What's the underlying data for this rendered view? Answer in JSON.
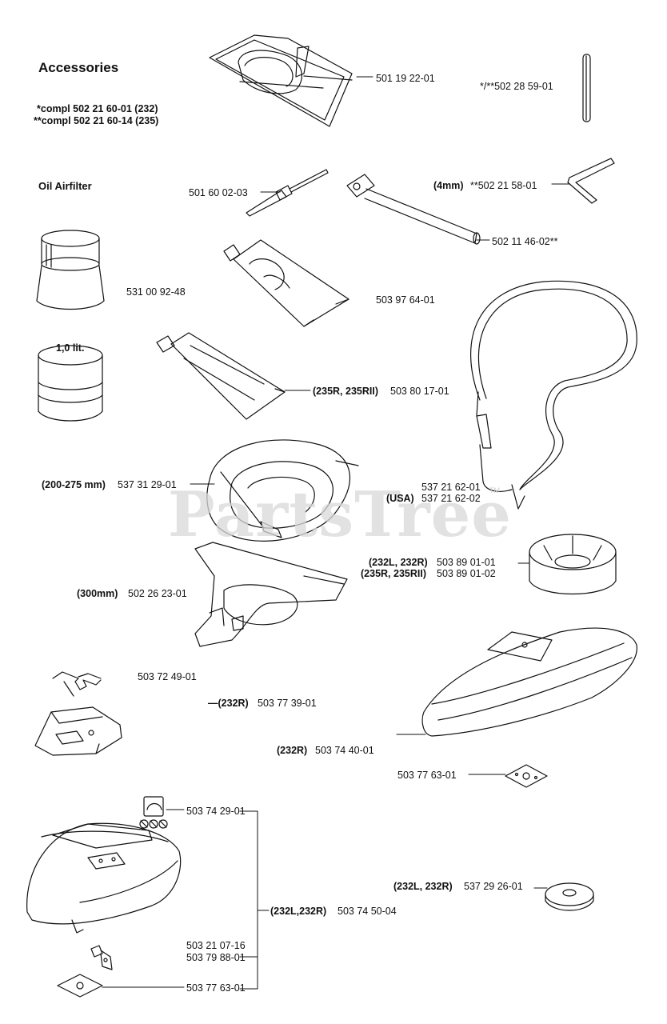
{
  "heading": {
    "title": "Accessories",
    "compl_232": "*compl 502 21 60-01 (232)",
    "compl_235": "**compl 502 21 60-14 (235)",
    "oil_airfilter": "Oil Airfilter"
  },
  "watermark": "PartsTree",
  "trademark": "TM",
  "parts": {
    "harness_bag": "501 19 22-01",
    "rod": "*/**502 28 59-01",
    "screwdriver": "501 60 02-03",
    "allen_key_prefix": "(4mm)",
    "allen_key": "**502 21 58-01",
    "socket_wrench": "502 11 46-02**",
    "oil_filter": "531 00 92-48",
    "grease_tube_small": "503 97 64-01",
    "oil_bottle_volume": "1,0 lit.",
    "grease_tube_large_prefix": "(235R, 235RII)",
    "grease_tube_large": "503 80 17-01",
    "shoulder_strap": "537 21 62-01",
    "shoulder_strap_usa_prefix": "(USA)",
    "shoulder_strap_usa": "537 21 62-02",
    "trimmer_guard_200_prefix": "(200-275 mm)",
    "trimmer_guard_200": "537 31 29-01",
    "support_cup_1_prefix": "(232L, 232R)",
    "support_cup_1": "503 89 01-01",
    "support_cup_2_prefix": "(235R, 235RII)",
    "support_cup_2": "503 89 01-02",
    "guard_300_prefix": "(300mm)",
    "guard_300": "502 26 23-01",
    "bracket": "503 72 49-01",
    "guard_232r_prefix": "—(232R)",
    "guard_232r": "503 77 39-01",
    "blade_guard_232r_prefix": "(232R)",
    "blade_guard_232r": "503 74 40-01",
    "plate_right": "503 77 63-01",
    "nut_kit": "503 74 29-01",
    "guard_kit_prefix": "(232L,232R)",
    "guard_kit": "503 74 50-04",
    "screw_1": "503 21 07-16",
    "screw_2": "503 79 88-01",
    "plate_bottom": "503 77 63-01",
    "washer_prefix": "(232L, 232R)",
    "washer": "537 29 26-01"
  }
}
